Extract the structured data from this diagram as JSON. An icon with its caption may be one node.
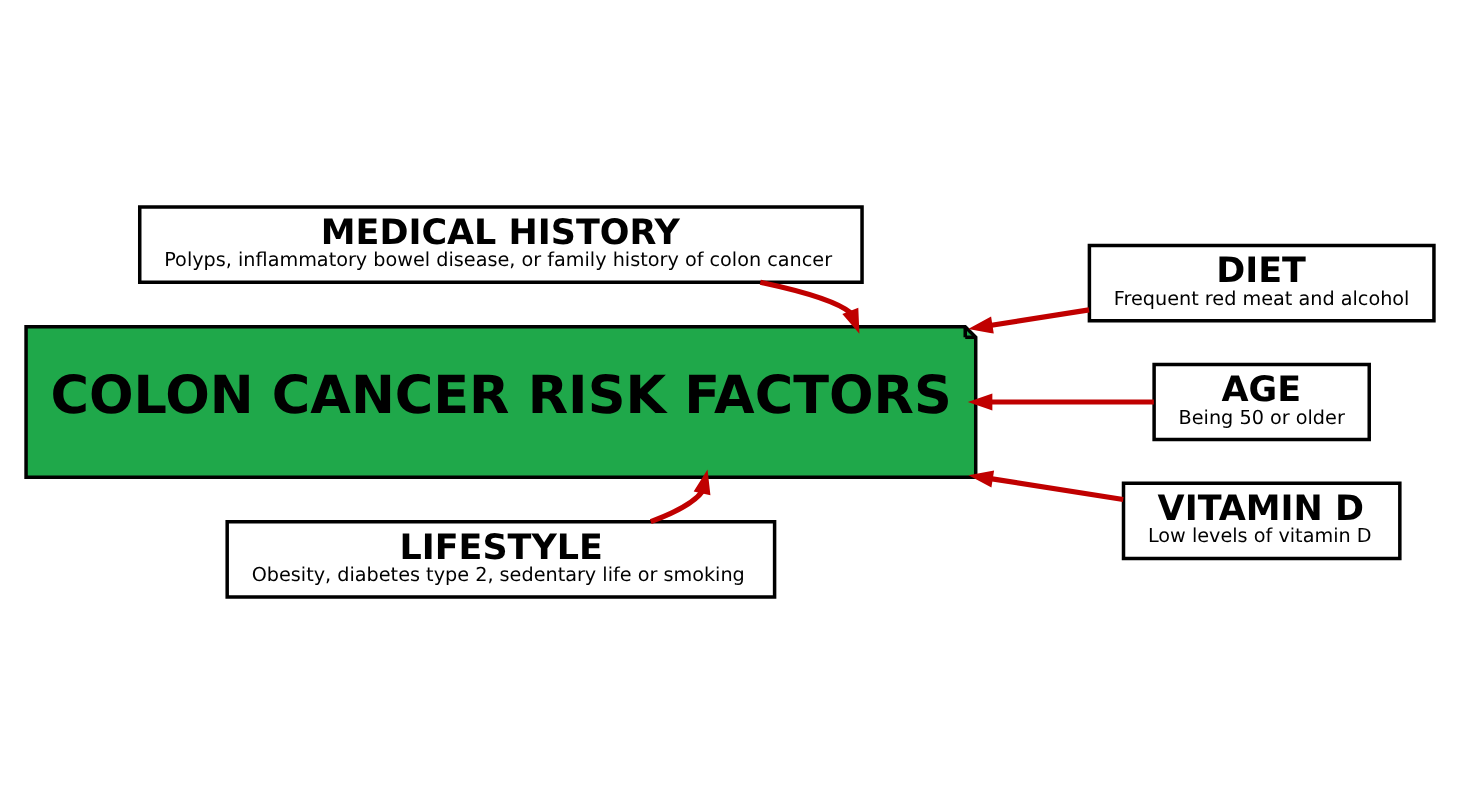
{
  "diagram": {
    "nodes": [
      {
        "text": [
          "COLON CANCER RISK FACTORS"
        ]
      },
      {
        "text": [
          "MEDICAL HISTORY",
          "Polyps, inflammatory bowel disease, or family history of colon cancer"
        ]
      },
      {
        "text": [
          "DIET",
          "Frequent red meat and alcohol"
        ]
      },
      {
        "text": [
          "AGE",
          "Being 50 or older"
        ]
      },
      {
        "text": [
          "VITAMIN D",
          "Low levels of vitamin D"
        ]
      },
      {
        "text": [
          "LIFESTYLE",
          "Obesity, diabetes type 2, sedentary life or smoking"
        ]
      }
    ],
    "edges": [
      {
        "from": 1,
        "to": 0,
        "arrow": "to"
      },
      {
        "from": 2,
        "to": 0,
        "arrow": "to"
      },
      {
        "from": 3,
        "to": 0,
        "arrow": "to"
      },
      {
        "from": 4,
        "to": 0,
        "arrow": "to"
      },
      {
        "from": 5,
        "to": 0,
        "arrow": "to"
      }
    ]
  }
}
